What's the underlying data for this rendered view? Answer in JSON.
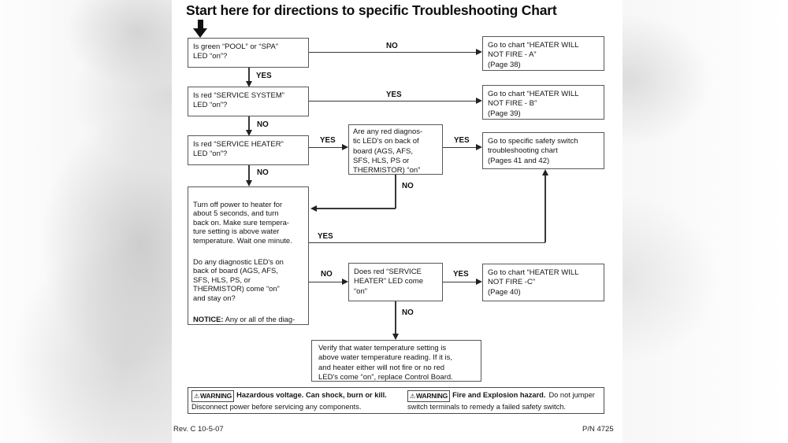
{
  "title": "Start here for directions to specific Troubleshooting Chart",
  "flow": {
    "q1": {
      "text": "Is green “POOL” or “SPA”\nLED “on”?"
    },
    "q2": {
      "text": "Is red “SERVICE SYSTEM”\nLED “on”?"
    },
    "q3": {
      "text": "Is red “SERVICE HEATER”\nLED “on”?"
    },
    "diag": {
      "text": "Are any red diagnos-\ntic LED's on back of\nboard (AGS, AFS,\nSFS, HLS, PS or\nTHERMISTOR) “on”"
    },
    "goA": {
      "text": "Go to chart “HEATER WILL\nNOT FIRE - A”\n(Page 38)"
    },
    "goB": {
      "text": "Go to chart “HEATER WILL\nNOT FIRE - B”\n(Page 39)"
    },
    "goSafety": {
      "text": "Go to specific safety switch\ntroubleshooting chart\n(Pages 41 and 42)"
    },
    "power": {
      "p1": "Turn off power to heater for\nabout 5 seconds, and turn\nback on. Make sure tempera-\nture setting is above water\ntemperature. Wait one minute.",
      "p2": "Do any diagnostic LED's on\nback of board (AGS, AFS,\nSFS, HLS, PS, or\nTHERMISTOR) come “on”\nand stay on?",
      "notice_label": "NOTICE:",
      "notice_text": " Any or all of the diag-\nnostic LED's may come “on”\nmomentarily when you turn on\nthe power to the heater."
    },
    "q4": {
      "text": "Does red “SERVICE\nHEATER” LED come\n“on”"
    },
    "goC": {
      "text": "Go to chart “HEATER WILL\nNOT FIRE -C”\n(Page 40)"
    },
    "verify": {
      "text": "Verify that water temperature setting is\nabove water temperature reading. If it is,\nand heater either will not fire or no red\nLED's come “on”, replace Control Board."
    }
  },
  "edge_labels": {
    "q1_no": "NO",
    "q1_yes": "YES",
    "q2_yes": "YES",
    "q2_no": "NO",
    "q3_yes": "YES",
    "q3_no": "NO",
    "diag_yes": "YES",
    "diag_no": "NO",
    "power_yes": "YES",
    "power_no": "NO",
    "q4_yes": "YES",
    "q4_no": "NO"
  },
  "warnings": [
    {
      "icon": "⚠",
      "label": "WARNING",
      "bold": "Hazardous voltage. Can shock, burn or kill.",
      "tail": "",
      "line2": "Disconnect power before servicing any components."
    },
    {
      "icon": "⚠",
      "label": "WARNING",
      "bold": "Fire and Explosion hazard.",
      "tail": "Do not jumper",
      "line2": "switch terminals to remedy a failed safety switch."
    }
  ],
  "footer": {
    "left": "Rev. C  10-5-07",
    "right": "P/N  4725"
  },
  "colors": {
    "ink": "#1a1a1a",
    "box_border": "#585858",
    "page_bg": "#ffffff"
  }
}
